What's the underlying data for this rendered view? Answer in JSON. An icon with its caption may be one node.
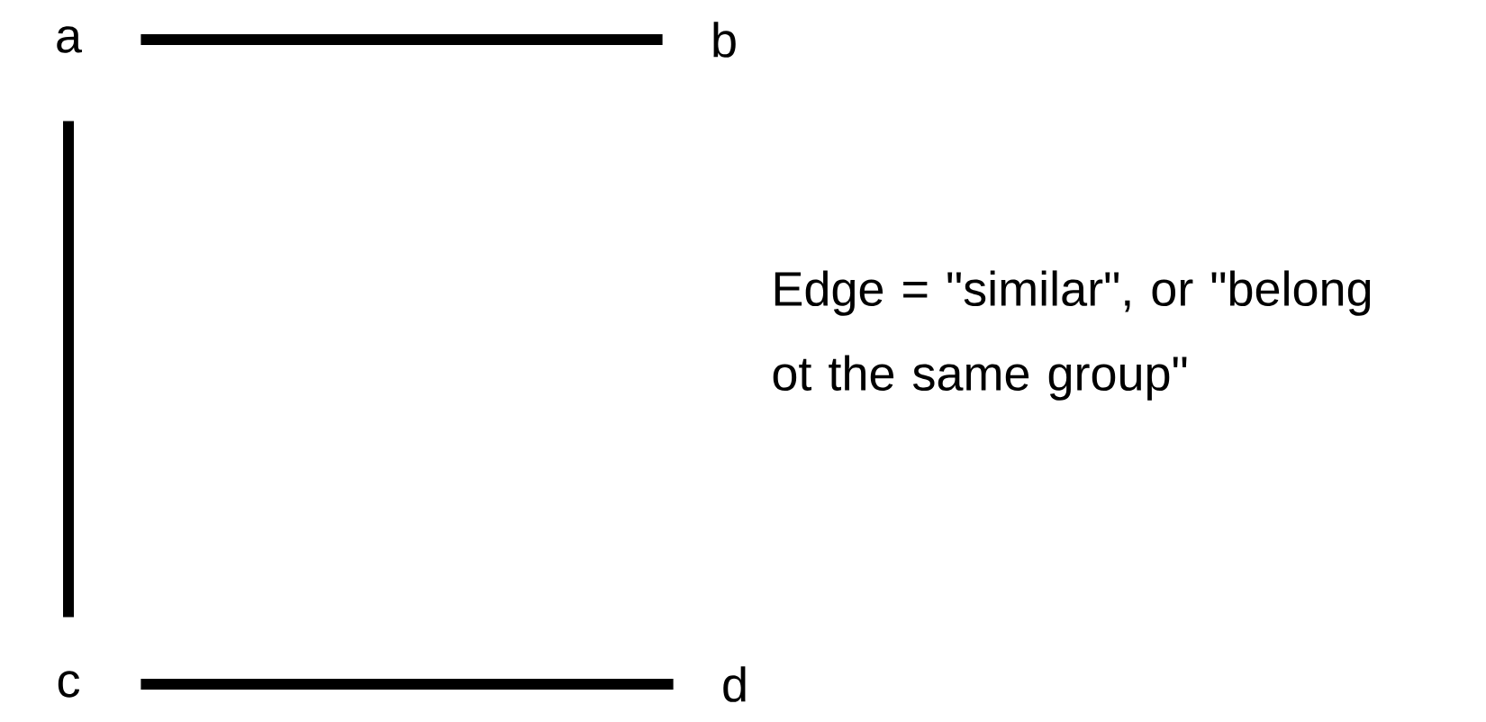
{
  "diagram": {
    "nodes": [
      {
        "text": [
          "a"
        ]
      },
      {
        "text": [
          "b"
        ]
      },
      {
        "text": [
          "c"
        ]
      },
      {
        "text": [
          "d"
        ]
      }
    ],
    "edges": [
      {
        "from": 0,
        "to": 1,
        "arrow": "none"
      },
      {
        "from": 0,
        "to": 2,
        "arrow": "none"
      },
      {
        "from": 2,
        "to": 3,
        "arrow": "none"
      }
    ],
    "labels": [
      "Edge = \"similar\", or \"belong ot the same group\""
    ]
  }
}
